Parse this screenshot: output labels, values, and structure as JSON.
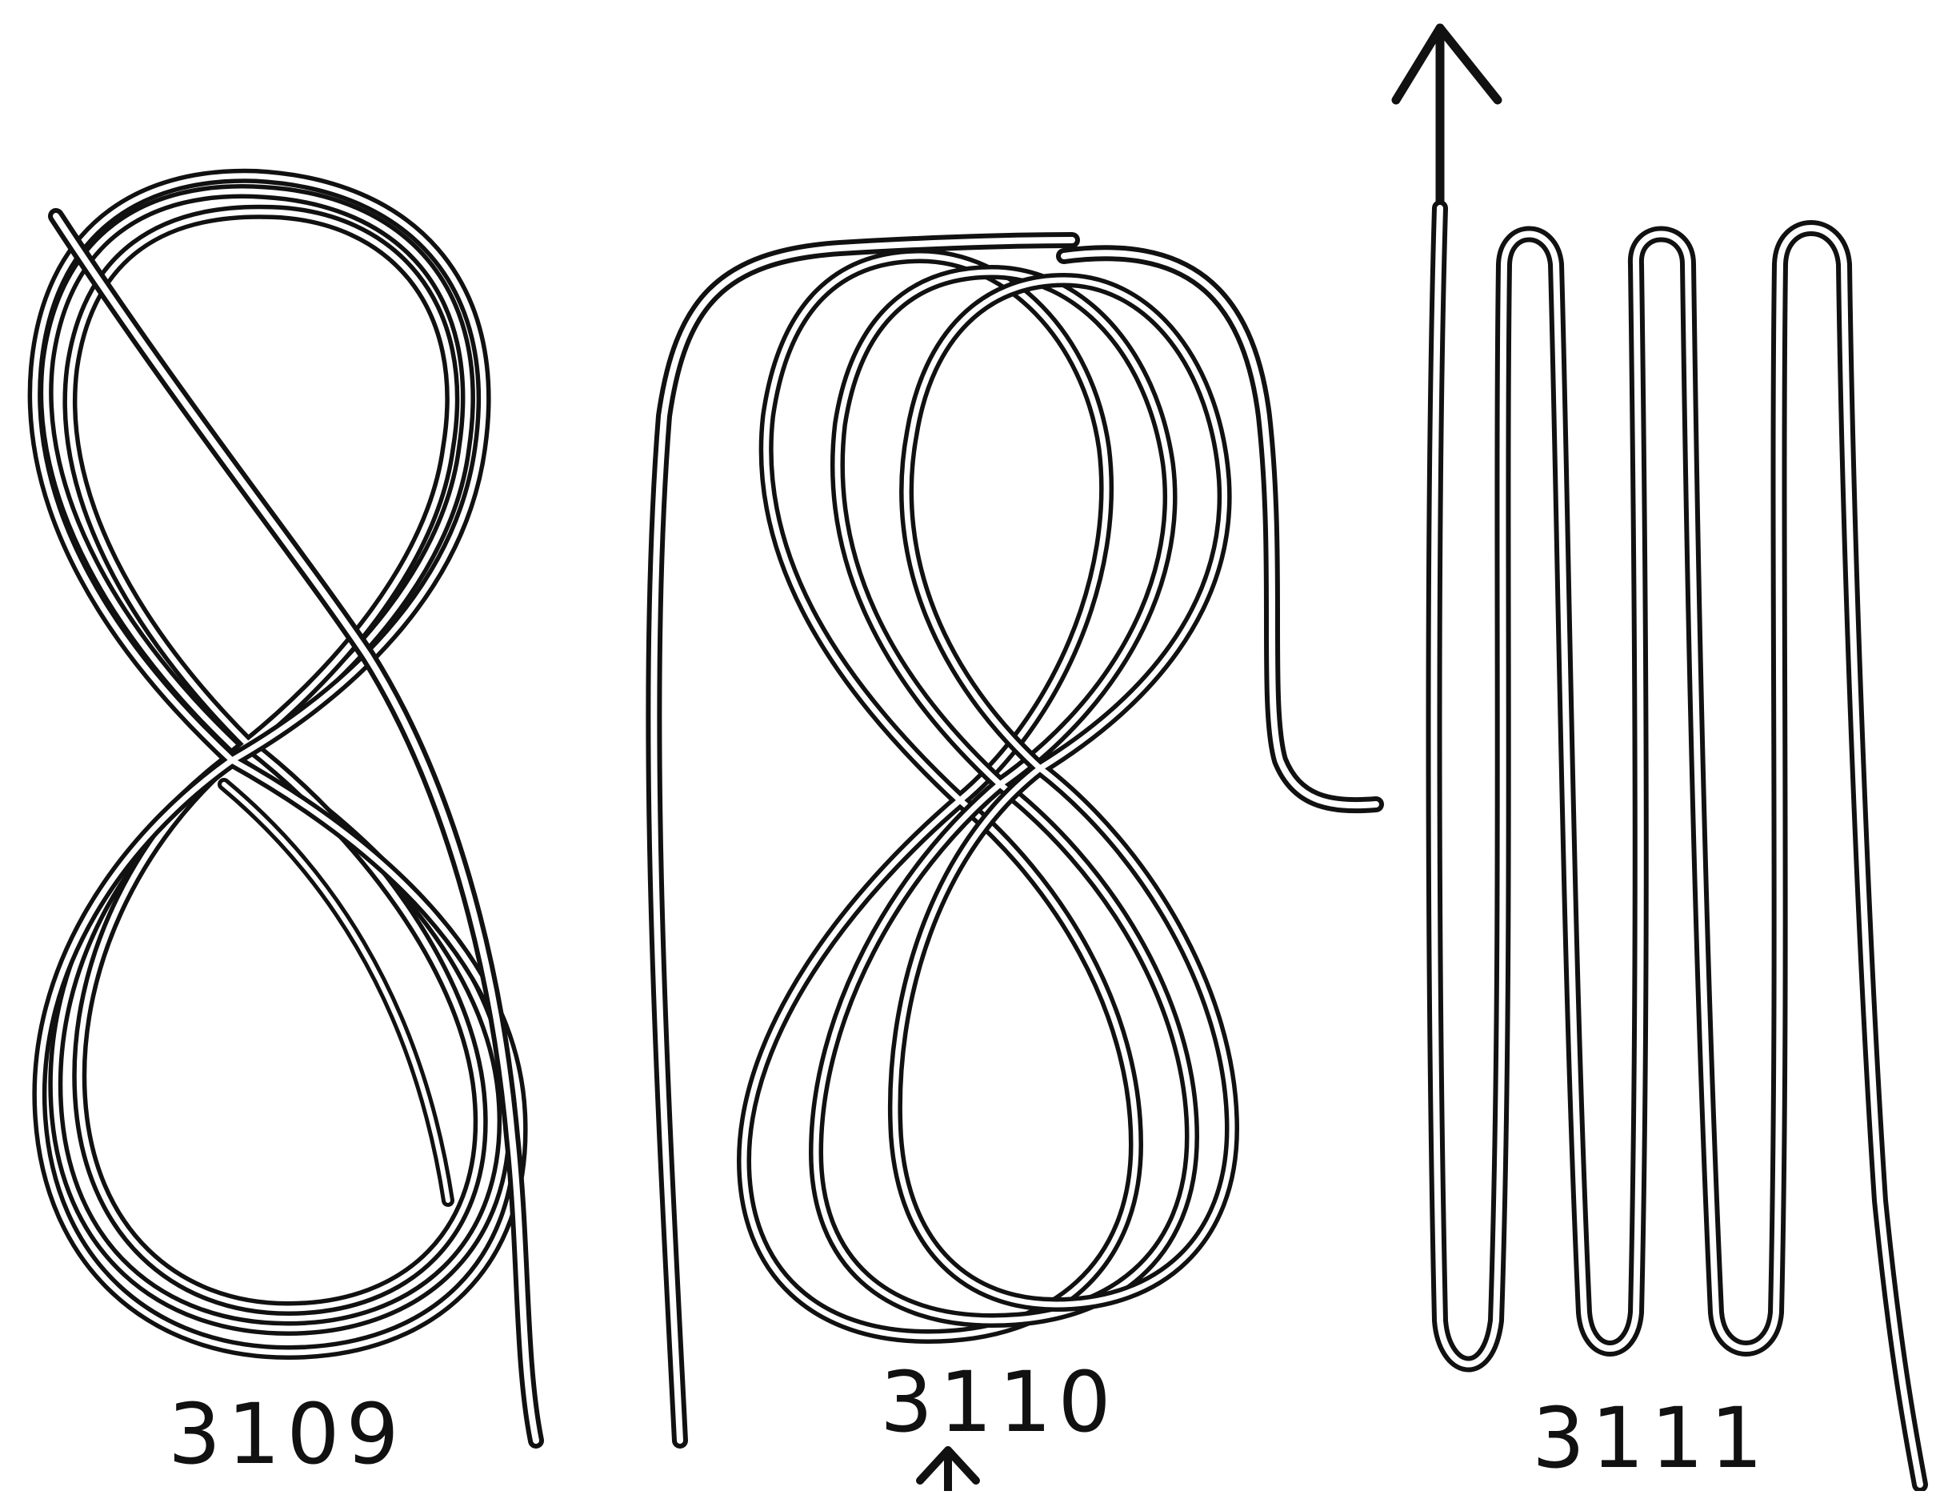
{
  "figures": [
    {
      "id": "fig1",
      "label": "3109",
      "type": "figure-eight-coil"
    },
    {
      "id": "fig2",
      "label": "3110",
      "type": "figure-eight-coil-with-tails"
    },
    {
      "id": "fig3",
      "label": "3111",
      "type": "zigzag-fold"
    }
  ],
  "colors": {
    "ink": "#111111",
    "paper": "#ffffff"
  }
}
